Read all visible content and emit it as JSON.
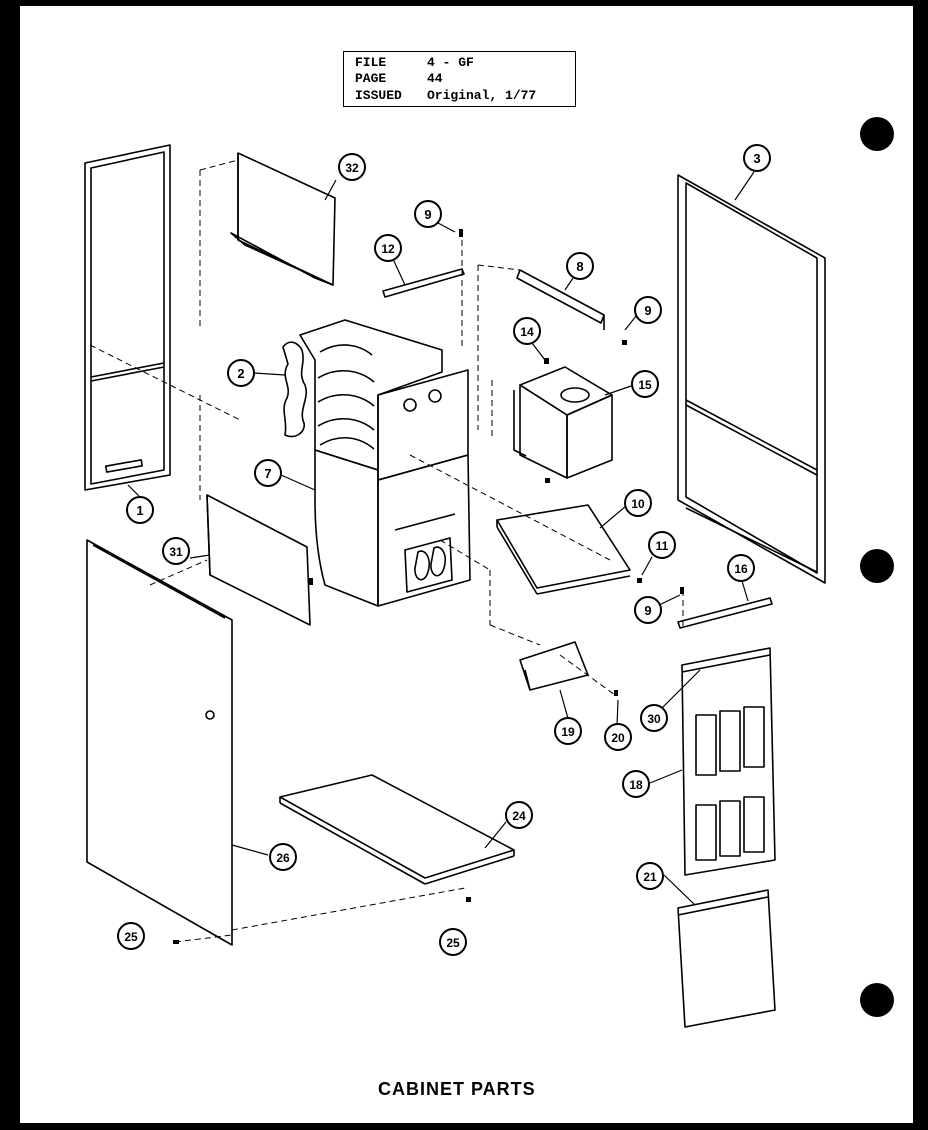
{
  "header": {
    "file_label": "FILE",
    "file_value": "4 - GF",
    "page_label": "PAGE",
    "page_value": "44",
    "issued_label": "ISSUED",
    "issued_value": "Original, 1/77"
  },
  "title": "CABINET PARTS",
  "callouts": {
    "c1": "1",
    "c2": "2",
    "c3": "3",
    "c7": "7",
    "c8": "8",
    "c9a": "9",
    "c9b": "9",
    "c9c": "9",
    "c10": "10",
    "c11": "11",
    "c12": "12",
    "c14": "14",
    "c15": "15",
    "c16": "16",
    "c18": "18",
    "c19": "19",
    "c20": "20",
    "c21": "21",
    "c24": "24",
    "c25a": "25",
    "c25b": "25",
    "c26": "26",
    "c30": "30",
    "c31": "31",
    "c32": "32"
  }
}
